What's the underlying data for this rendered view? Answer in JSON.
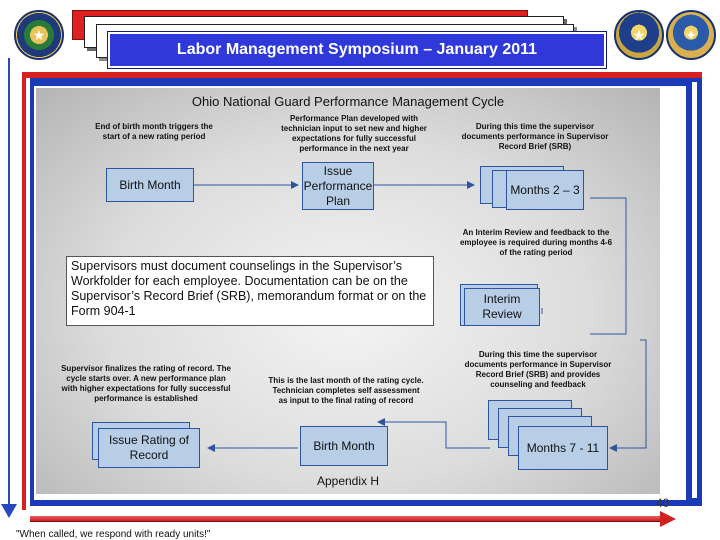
{
  "header": {
    "title": "Labor Management Symposium – January 2011",
    "logos": [
      "ohio-seal-icon",
      "national-guard-seal-icon",
      "air-guard-seal-icon"
    ]
  },
  "diagram": {
    "title": "Ohio National Guard Performance Management Cycle",
    "notes": {
      "top_left": "End of birth month triggers the start of a new rating period",
      "top_center": "Performance Plan developed with technician input to set new and higher expectations for fully successful performance in the next year",
      "top_right": "During this time the supervisor documents performance in Supervisor Record Brief (SRB)",
      "interim": "An Interim Review and feedback to the employee is required during months 4-6 of the rating period",
      "bottom_right": "During this time the supervisor documents performance in Supervisor Record Brief (SRB) and provides counseling and feedback",
      "bottom_left": "Supervisor finalizes the rating of record. The cycle starts over. A new performance plan with higher expectations for fully successful performance is established",
      "bottom_center": "This is the last month of the rating cycle. Technician completes self assessment as input to the final rating of record"
    },
    "boxes": {
      "birth_month_top": "Birth Month",
      "issue_plan": "Issue Performance Plan",
      "months_2_3": "Months 2 – 3",
      "interim_review": "Interim Review",
      "months_7_11": "Months 7 - 11",
      "birth_month_bottom": "Birth Month",
      "issue_rating": "Issue Rating of Record"
    },
    "callout": "Supervisors must document counselings in the Supervisor’s Workfolder for each employee. Documentation can be on the Supervisor’s Record Brief (SRB), memorandum format or on the Form 904-1",
    "appendix": "Appendix H"
  },
  "page_number": "40",
  "footer": "\"When called, we respond with ready units!\"",
  "colors": {
    "title_blue": "#2f38d8",
    "accent_red": "#d82020",
    "frame_blue": "#1a3ab8",
    "box_fill": "#b8cde6",
    "box_border": "#2f55a0"
  }
}
